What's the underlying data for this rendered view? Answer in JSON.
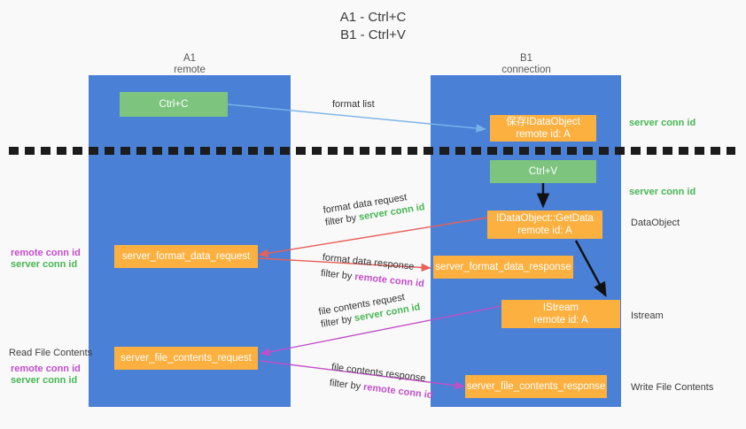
{
  "title": {
    "line1": "A1 - Ctrl+C",
    "line2": "B1 - Ctrl+V"
  },
  "lanes": [
    {
      "id": "a1",
      "name": "A1",
      "role": "remote"
    },
    {
      "id": "b1",
      "name": "B1",
      "role": "connection"
    }
  ],
  "nodes": {
    "ctrl_c": {
      "label": "Ctrl+C",
      "color": "#7dc57f"
    },
    "ctrl_v": {
      "label": "Ctrl+V",
      "color": "#7dc57f"
    },
    "save_dataobject": {
      "line1": "保存IDataObject",
      "line2": "remote id: A",
      "color": "#fbb040"
    },
    "getdata": {
      "line1": "IDataObject::GetData",
      "line2": "remote id: A",
      "color": "#fbb040"
    },
    "istream": {
      "line1": "IStream",
      "line2": "remote id: A",
      "color": "#fbb040"
    },
    "server_format_data_request": {
      "label": "server_format_data_request",
      "color": "#fbb040"
    },
    "server_format_data_response": {
      "label": "server_format_data_response",
      "color": "#fbb040"
    },
    "server_file_contents_request": {
      "label": "server_file_contents_request",
      "color": "#fbb040"
    },
    "server_file_contents_response": {
      "label": "server_file_contents_response",
      "color": "#fbb040"
    }
  },
  "edges": {
    "format_list": {
      "label": "format list",
      "color": "#7ab3e8"
    },
    "format_data_request": {
      "line1": "format data request",
      "filter_prefix": "filter by ",
      "filter_key": "server conn id",
      "color": "#e8605a"
    },
    "format_data_response": {
      "line1": "format data response",
      "filter_prefix": "filter by ",
      "filter_key": "remote conn id",
      "color": "#e8605a"
    },
    "file_contents_request": {
      "line1": "file contents request",
      "filter_prefix": "filter by ",
      "filter_key": "server conn id",
      "color": "#c24fc8"
    },
    "file_contents_response": {
      "line1": "file contents response",
      "filter_prefix": "filter by ",
      "filter_key": "remote conn id",
      "color": "#c24fc8"
    }
  },
  "annotations": {
    "right_conn_id_1": "server conn id",
    "right_conn_id_2": "server conn id",
    "right_dataobject": "DataObject",
    "right_istream": "Istream",
    "right_write_file_contents": "Write File Contents",
    "left_format_remote": "remote conn id",
    "left_format_server": "server conn id",
    "left_read_file_contents": "Read File Contents",
    "left_file_remote": "remote conn id",
    "left_file_server": "server conn id"
  },
  "colors": {
    "lane": "#4a80d6",
    "green_node": "#7dc57f",
    "orange_node": "#fbb040",
    "green_key": "#47b653",
    "purple_key": "#c24fc8",
    "red_arrow": "#e8605a",
    "blue_arrow": "#7ab3e8",
    "black_arrow": "#111111",
    "background": "#f9f9f9"
  }
}
